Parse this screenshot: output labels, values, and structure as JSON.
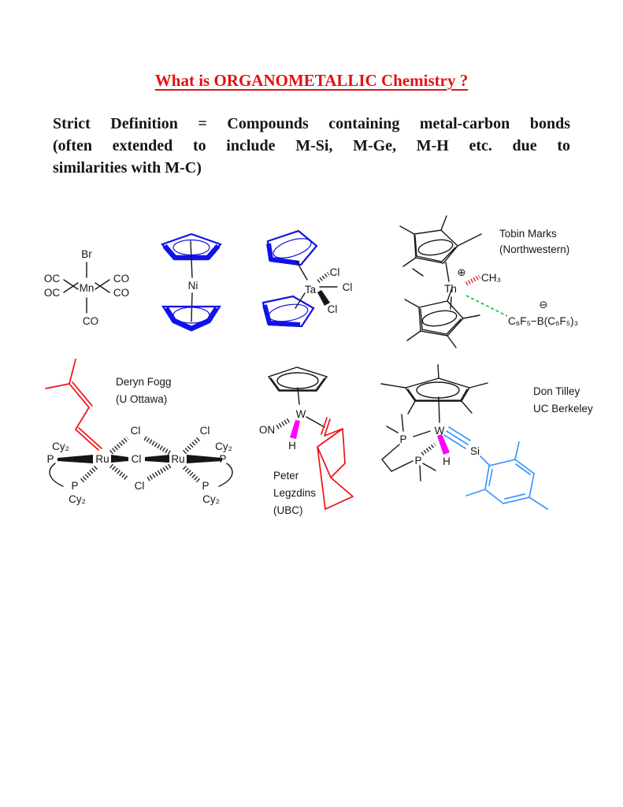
{
  "page": {
    "title": "What is ORGANOMETALLIC Chemistry ?",
    "definition_lines": [
      "Strict Definition = Compounds containing metal-carbon bonds",
      "(often extended to include M-Si, M-Ge, M-H etc. due to",
      "similarities with M-C)"
    ]
  },
  "colors": {
    "title_red": "#e21212",
    "chem_blue": "#1212e8",
    "chem_red": "#ef1011",
    "chem_green": "#00c435",
    "chem_magenta": "#ff00fe",
    "chem_light_blue": "#3b97ff"
  },
  "structures": {
    "mn_complex": {
      "br": "Br",
      "mn": "Mn",
      "oc": "OC",
      "co": "CO"
    },
    "nickelocene": {
      "ni": "Ni"
    },
    "ta_complex": {
      "ta": "Ta",
      "cl": "Cl"
    },
    "th_complex": {
      "th": "Th",
      "plus": "⊕",
      "methyl": "CH₃",
      "borate": "C₆F₅−B(C₆F₅)₃",
      "minus": "⊖",
      "credit_line1": "Tobin Marks",
      "credit_line2": "(Northwestern)"
    },
    "ru_dimer": {
      "ru": "Ru",
      "cl": "Cl",
      "p": "P",
      "cy2": "Cy₂",
      "credit_line1": "Deryn Fogg",
      "credit_line2": "(U Ottawa)"
    },
    "w_nitrosyl": {
      "w": "W",
      "on": "ON",
      "h": "H",
      "credit_line1": "Peter",
      "credit_line2": "Legzdins",
      "credit_line3": "(UBC)"
    },
    "w_silylyne": {
      "w": "W",
      "p": "P",
      "h": "H",
      "si": "Si",
      "credit_line1": "Don Tilley",
      "credit_line2": "UC Berkeley"
    }
  }
}
